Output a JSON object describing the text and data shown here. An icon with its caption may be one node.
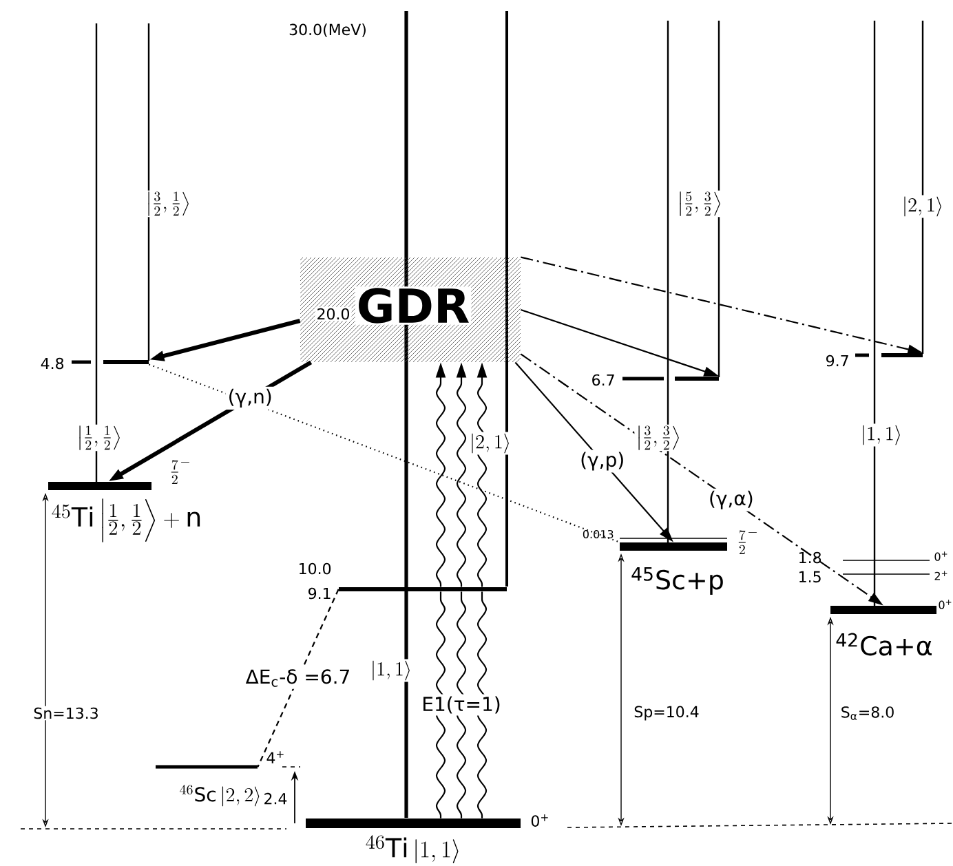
{
  "diagram": {
    "nodes": [
      {
        "text": [
          "GDR"
        ],
        "beside": [
          "20.0"
        ]
      },
      {
        "text": [
          "^{46}\\mathrm{Ti}\\,|1,1\\rangle"
        ],
        "beside": [
          "0$^{+}$"
        ]
      },
      {
        "text": [],
        "shape": "bar",
        "beside": [
          "10.0",
          "9.1"
        ]
      },
      {
        "text": [
          "^{45}\\mathrm{Ti}\\left|\\tfrac{1}{2},\\tfrac{1}{2}\\right\\rangle+\\mathrm{n}"
        ],
        "beside": [
          "\\tfrac{7}{2}^{-}"
        ]
      },
      {
        "text": [],
        "shape": "bar",
        "beside": [
          "4.8"
        ]
      },
      {
        "text": [
          "$^{45}$Sc+p"
        ],
        "beside": [
          "0.013",
          "\\tfrac{7}{2}^{-}"
        ]
      },
      {
        "text": [],
        "shape": "bar",
        "beside": [
          "6.7"
        ]
      },
      {
        "text": [
          "$^{42}$Ca+α"
        ],
        "beside": [
          "1.8",
          "1.5",
          "0$^{+}$",
          "2$^{+}$",
          "0$^{+}$"
        ]
      },
      {
        "text": [],
        "shape": "bar",
        "beside": [
          "9.7"
        ]
      },
      {
        "text": [
          "^{46}\\mathrm{Sc}\\,|2,2\\rangle"
        ],
        "beside": [
          "4$^{+}$"
        ]
      }
    ],
    "edges": [
      {
        "from": 0,
        "to": 4,
        "arrow": "to",
        "style": "thick"
      },
      {
        "from": 0,
        "to": 3,
        "arrow": "to",
        "style": "thick",
        "label": "(γ,n)"
      },
      {
        "from": 0,
        "to": 6,
        "arrow": "to"
      },
      {
        "from": 0,
        "to": 5,
        "arrow": "to",
        "label": "(γ,p)"
      },
      {
        "from": 0,
        "to": 8,
        "arrow": "to",
        "style": "dashed"
      },
      {
        "from": 0,
        "to": 7,
        "arrow": "to",
        "style": "dashed",
        "label": "(γ,α)"
      },
      {
        "from": 1,
        "to": 2,
        "arrow": "none"
      },
      {
        "from": 1,
        "to": 2,
        "arrow": "none",
        "label": "E1(τ=1)"
      },
      {
        "from": 1,
        "to": 2,
        "arrow": "none"
      },
      {
        "from": 2,
        "to": 0,
        "arrow": "to"
      },
      {
        "from": 2,
        "to": 0,
        "arrow": "to"
      },
      {
        "from": 2,
        "to": 0,
        "arrow": "to"
      },
      {
        "from": 2,
        "to": 9,
        "arrow": "none",
        "style": "dashed",
        "label": "ΔE$_{c}$-δ =6.7"
      },
      {
        "from": 4,
        "to": 5,
        "arrow": "none",
        "style": "dashed"
      }
    ],
    "labels": [
      "30.0(MeV)",
      "\\left|\\tfrac{3}{2},\\tfrac{1}{2}\\right\\rangle",
      "\\left|\\tfrac{5}{2},\\tfrac{3}{2}\\right\\rangle",
      "|2,1\\rangle",
      "\\left|\\tfrac{1}{2},\\tfrac{1}{2}\\right\\rangle",
      "|2,1\\rangle",
      "\\left|\\tfrac{3}{2},\\tfrac{3}{2}\\right\\rangle",
      "|1,1\\rangle",
      "|1,1\\rangle",
      "Sn=13.3",
      "Sp=10.4",
      "S$_{α}$=8.0",
      "2.4"
    ]
  }
}
